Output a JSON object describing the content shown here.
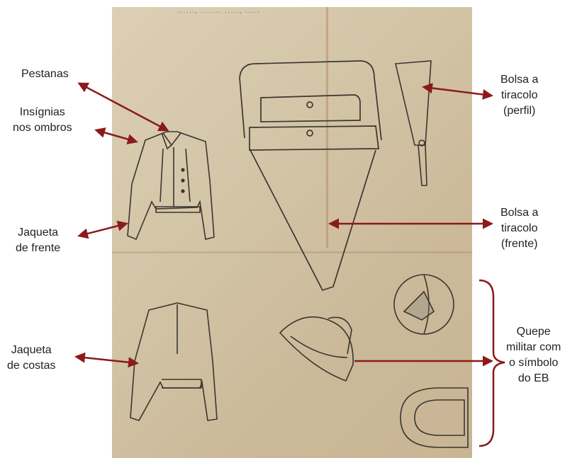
{
  "colors": {
    "arrow": "#8b1a1a",
    "ink": "#3a3630",
    "paper": "#d6c8aa"
  },
  "labels": {
    "pestanas": "Pestanas",
    "insignias": [
      "Insígnias",
      "nos ombros"
    ],
    "jaqueta_frente": [
      "Jaqueta",
      "de frente"
    ],
    "jaqueta_costas": [
      "Jaqueta",
      "de costas"
    ],
    "bolsa_perfil": [
      "Bolsa a",
      "tiracolo",
      "(perfil)"
    ],
    "bolsa_frente": [
      "Bolsa a",
      "tiracolo",
      "(frente)"
    ],
    "quepe": [
      "Quepe",
      "militar com",
      "o símbolo",
      "do EB"
    ]
  },
  "handwriting": "......, ....... ....., ....."
}
